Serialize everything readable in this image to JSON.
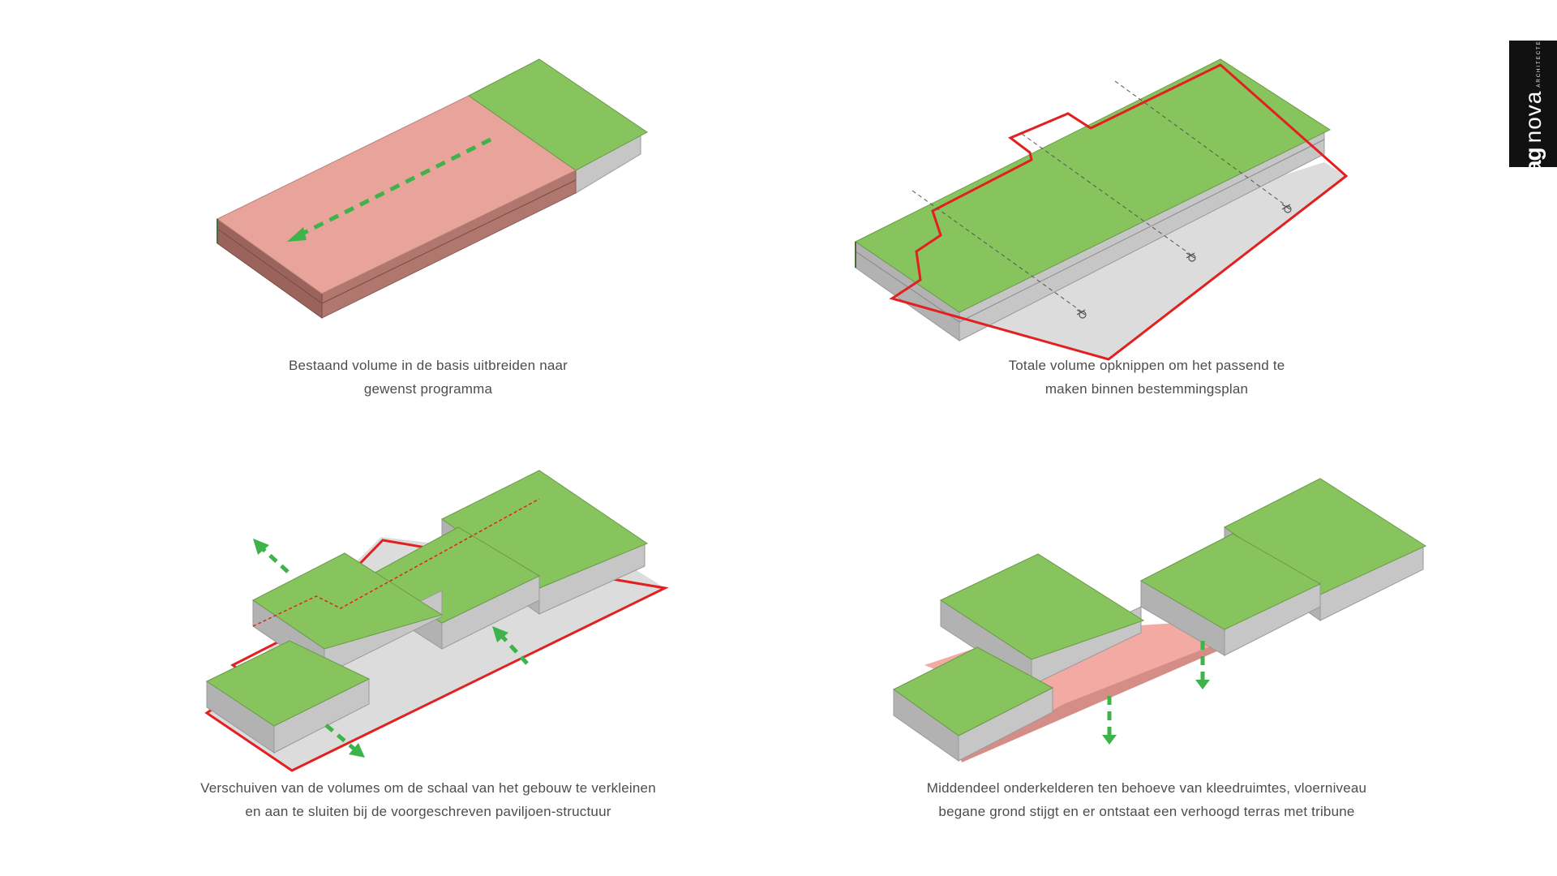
{
  "diagrams": [
    {
      "caption_line1": "Bestaand volume in de basis uitbreiden naar",
      "caption_line2": "gewenst programma"
    },
    {
      "caption_line1": "Totale volume opknippen om het passend te",
      "caption_line2": "maken binnen bestemmingsplan"
    },
    {
      "caption_line1": "Verschuiven van de volumes om de schaal van het gebouw te verkleinen",
      "caption_line2": "en aan te sluiten bij de voorgeschreven paviljoen-structuur"
    },
    {
      "caption_line1": "Middendeel onderkelderen ten behoeve van kleedruimtes, vloerniveau",
      "caption_line2": "begane grond stijgt en er ontstaat een verhoogd terras met tribune"
    }
  ],
  "logo": {
    "mark": "ag",
    "name": "nova",
    "subtitle": "ARCHITECTEN"
  },
  "colors": {
    "roof_green": "#88c45e",
    "existing_pink": "#e8a39a",
    "wall_grey": "#c9c9c9",
    "boundary_red": "#e32020",
    "arrow_green": "#3db34a"
  }
}
